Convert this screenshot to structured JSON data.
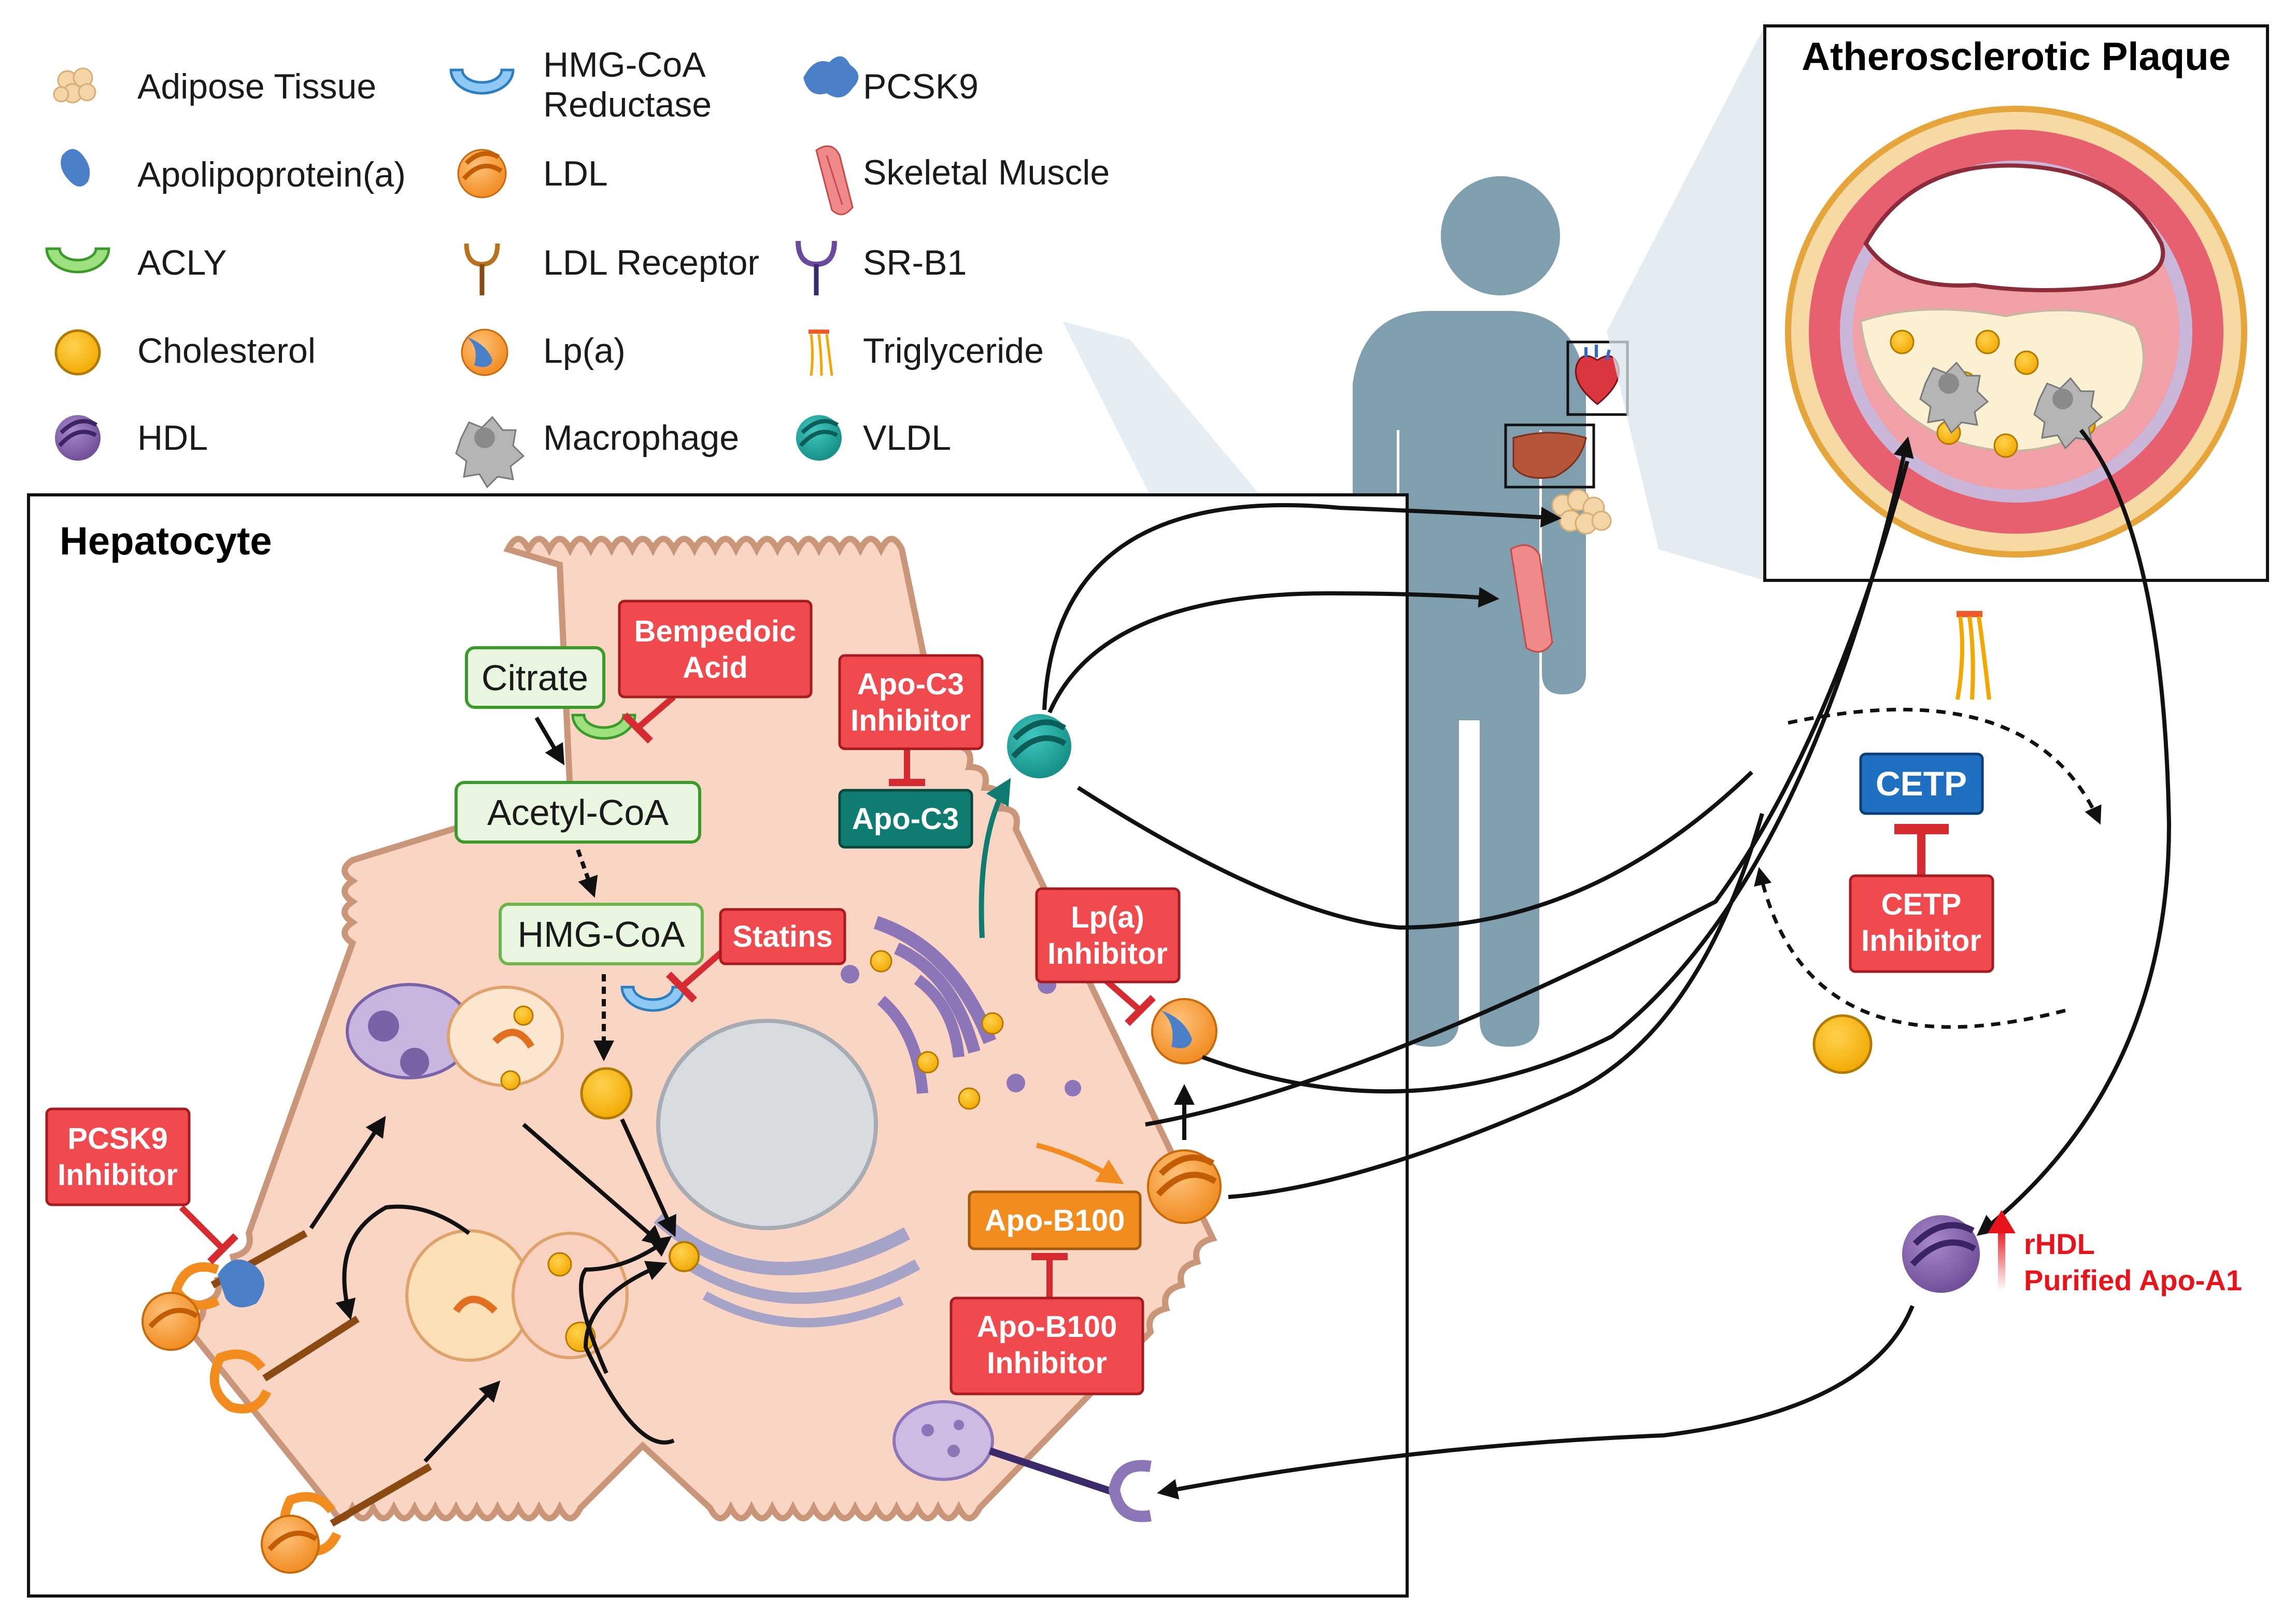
{
  "legend": {
    "adipose": "Adipose Tissue",
    "apoa": "Apolipoprotein(a)",
    "acly": "ACLY",
    "cholesterol": "Cholesterol",
    "hdl": "HDL",
    "hmgcoa_red_1": "HMG-CoA",
    "hmgcoa_red_2": "Reductase",
    "ldl": "LDL",
    "ldl_receptor": "LDL Receptor",
    "lpa": "Lp(a)",
    "macrophage": "Macrophage",
    "pcsk9": "PCSK9",
    "skeletal_muscle": "Skeletal Muscle",
    "srb1": "SR-B1",
    "triglyceride": "Triglyceride",
    "vldl": "VLDL"
  },
  "hepatocyte": {
    "title": "Hepatocyte",
    "citrate": "Citrate",
    "acetyl_coa": "Acetyl-CoA",
    "hmg_coa": "HMG-CoA",
    "apo_c3": "Apo-C3",
    "apo_b100": "Apo-B100"
  },
  "inhibitors": {
    "bempedoic_1": "Bempedoic",
    "bempedoic_2": "Acid",
    "statins": "Statins",
    "apoc3_1": "Apo-C3",
    "apoc3_2": "Inhibitor",
    "lpa_1": "Lp(a)",
    "lpa_2": "Inhibitor",
    "pcsk9_1": "PCSK9",
    "pcsk9_2": "Inhibitor",
    "apob100_1": "Apo-B100",
    "apob100_2": "Inhibitor",
    "cetp_1": "CETP",
    "cetp_2": "Inhibitor"
  },
  "plaque": {
    "title": "Atherosclerotic Plaque"
  },
  "cetp": "CETP",
  "rhdl_1": "rHDL",
  "rhdl_2": "Purified Apo-A1",
  "colors": {
    "inhibitor_red": "#f04a4e",
    "cell_fill": "#fbd5c4",
    "cell_stroke": "#c9967a",
    "body_fill": "#7f9fae",
    "cetp_blue": "#1f6fc2",
    "vldl_teal": "#1aa39c",
    "apo_c3_teal": "#0f7c72",
    "apo_b100_orange": "#f28c1f"
  }
}
